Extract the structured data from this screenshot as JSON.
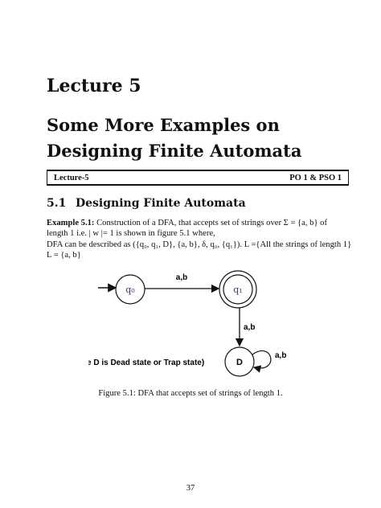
{
  "lecture_title": "Lecture 5",
  "chapter_title": "Some More Examples on Designing Finite Automata",
  "header_bar": {
    "left": "Lecture-5",
    "right": "PO 1 & PSO 1"
  },
  "section": {
    "number": "5.1",
    "title": "Designing Finite Automata"
  },
  "example": {
    "label": "Example 5.1:",
    "line1": "Construction of a DFA, that accepts set of strings over Σ = {a, b} of",
    "line2": "length 1 i.e. | w |= 1 is shown in figure 5.1 where,",
    "line3": "DFA can be described as ({q₀, q₁, D}, {a, b}, δ, q₀, {q₁}).  L ={All the strings of length 1}",
    "line4": "L = {a, b}"
  },
  "diagram": {
    "states": {
      "q0": "q₀",
      "q1": "q₁",
      "dead": "D"
    },
    "edges": {
      "q0_to_q1": "a,b",
      "q1_to_dead": "a,b",
      "dead_loop": "a,b"
    },
    "note": "(Here D is Dead state or Trap state)",
    "colors": {
      "state_label": "#5a2a8c",
      "lines": "#111111"
    }
  },
  "caption": "Figure 5.1: DFA that accepts set of strings of length 1.",
  "page_number": "37"
}
